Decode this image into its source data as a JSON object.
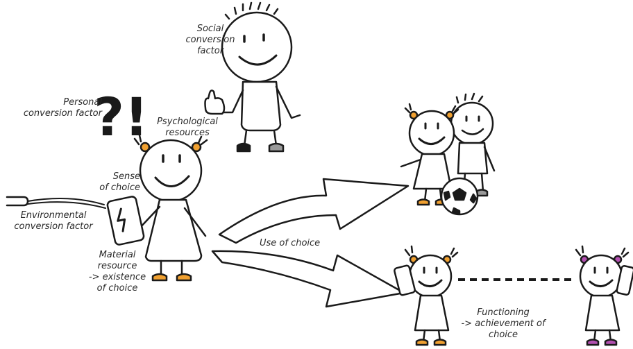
{
  "labels": {
    "social": "Social\nconversion\nfactor",
    "personal": "Personal\nconversion factor",
    "psychological": "Psychological\nresources",
    "sense": "Sense\nof choice",
    "environmental": "Environmental\nconversion factor",
    "material": "Material\nresource\n-> existence\nof choice",
    "use_of_choice": "Use of choice",
    "functioning": "Functioning\n-> achievement of\nchoice"
  },
  "glyphs": {
    "question_marks": "?!"
  },
  "colors": {
    "ink": "#1a1a1a",
    "skin": "#ffffff",
    "orange_shoes": "#f0a030",
    "gray_shoes": "#9a9a9a",
    "purple_accent": "#b24fb0"
  }
}
